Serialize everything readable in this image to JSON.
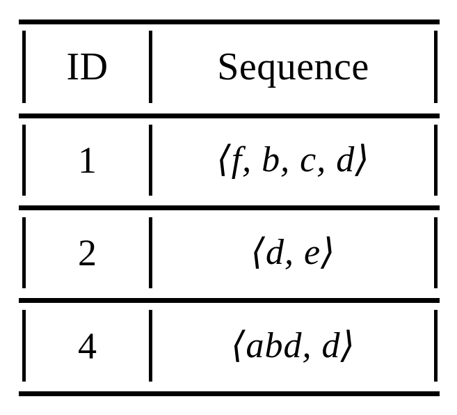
{
  "document": {
    "type": "table",
    "style": "booktabs-ascii-pipe",
    "background_color": "#ffffff",
    "rule_color": "#000000"
  },
  "table": {
    "columns": [
      {
        "key": "id",
        "header": "ID",
        "align": "center"
      },
      {
        "key": "sequence",
        "header": "Sequence",
        "align": "center"
      }
    ],
    "rows": [
      {
        "id": "1",
        "sequence": "⟨f, b, c, d⟩"
      },
      {
        "id": "2",
        "sequence": "⟨d, e⟩"
      },
      {
        "id": "4",
        "sequence": "⟨abd, d⟩"
      }
    ],
    "separators": {
      "vertical": "|",
      "left_bar": "|",
      "middle_bar": "|",
      "right_bar": "|"
    }
  },
  "chart_data": {
    "type": "table",
    "title": "",
    "columns": [
      "ID",
      "Sequence"
    ],
    "values": [
      [
        "1",
        "⟨f, b, c, d⟩"
      ],
      [
        "2",
        "⟨d, e⟩"
      ],
      [
        "4",
        "⟨abd, d⟩"
      ]
    ]
  }
}
